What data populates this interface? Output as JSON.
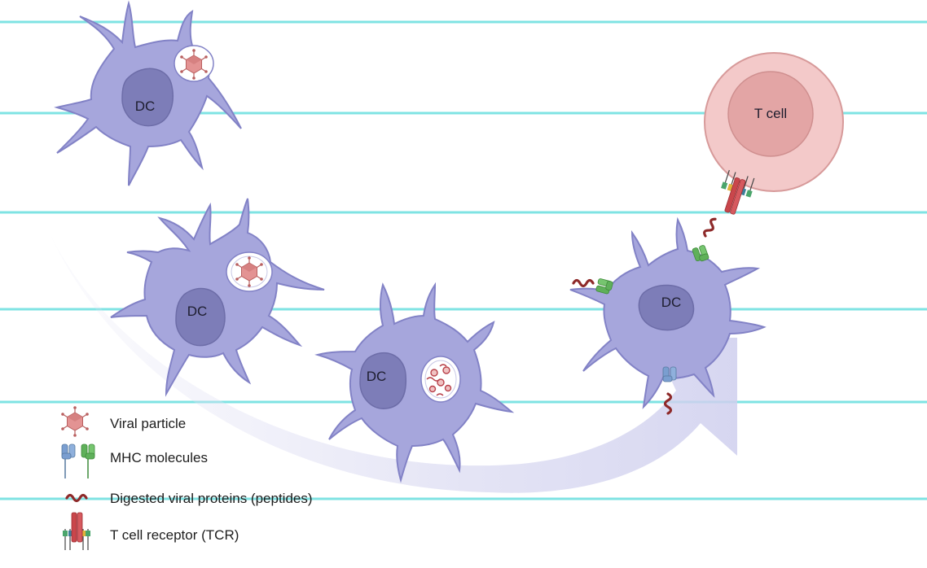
{
  "cells": {
    "dc1": "DC",
    "dc2": "DC",
    "dc3": "DC",
    "dc4": "DC",
    "tcell": "T cell"
  },
  "legend": {
    "viral_particle": "Viral particle",
    "mhc": "MHC molecules",
    "peptides": "Digested viral proteins (peptides)",
    "tcr": "T cell receptor (TCR)"
  },
  "colors": {
    "dc_body": "#a6a6dc",
    "dc_outline": "#8282c6",
    "dc_nucleus": "#7d7db8",
    "tcell_outer": "#f3c9c9",
    "tcell_inner": "#e3a5a5",
    "guide_line": "#7fe3e3",
    "virus": "#d98585",
    "mhc_blue": "#7a9ed0",
    "mhc_green": "#5fb05a",
    "peptide": "#8e2a2a",
    "tcr_red": "#c9464b"
  }
}
